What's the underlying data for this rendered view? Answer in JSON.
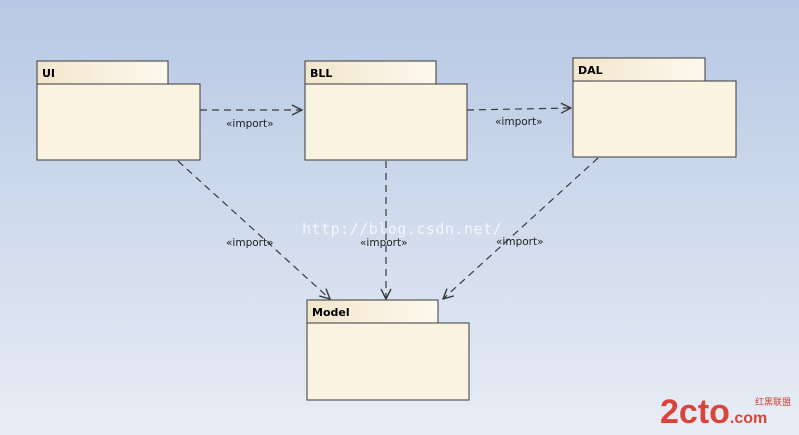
{
  "packages": [
    {
      "id": "ui",
      "name": "UI"
    },
    {
      "id": "bll",
      "name": "BLL"
    },
    {
      "id": "dal",
      "name": "DAL"
    },
    {
      "id": "model",
      "name": "Model"
    }
  ],
  "dependencies": [
    {
      "from": "UI",
      "to": "BLL",
      "label": "«import»"
    },
    {
      "from": "BLL",
      "to": "DAL",
      "label": "«import»"
    },
    {
      "from": "UI",
      "to": "Model",
      "label": "«import»"
    },
    {
      "from": "BLL",
      "to": "Model",
      "label": "«import»"
    },
    {
      "from": "DAL",
      "to": "Model",
      "label": "«import»"
    }
  ],
  "watermark": {
    "url": "http://blog.csdn.net/",
    "logo": "2cto",
    "logo_suffix": ".com",
    "logo_sub": "红黑联盟"
  },
  "colors": {
    "background_top": "#b7c8e4",
    "background_bottom": "#e8edf5",
    "package_fill": "#fbf3e1",
    "package_stroke": "#3a3a3a",
    "arrow": "#3a3a3a",
    "logo": "#d9453a"
  }
}
